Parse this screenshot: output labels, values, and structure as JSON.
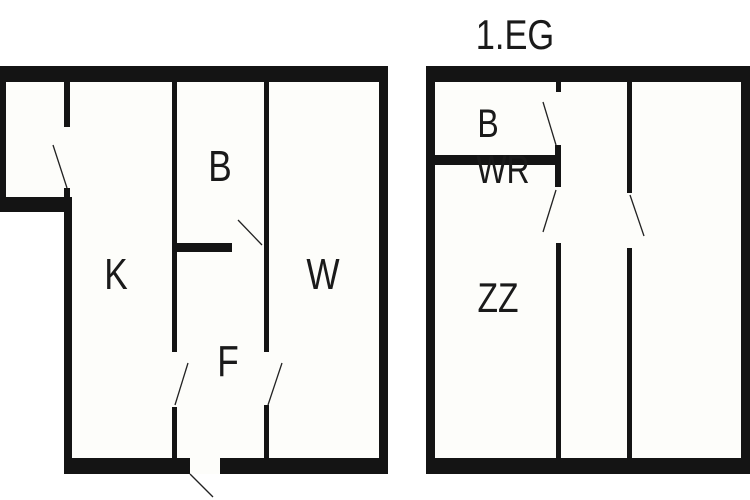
{
  "floor_title": "1.EG",
  "colors": {
    "wall": "#141414",
    "floor": "#fdfdfa",
    "door_gap": "#ffffff"
  },
  "left_plan": {
    "rooms": [
      {
        "id": "kitchen",
        "label": "K"
      },
      {
        "id": "bath",
        "label": "B"
      },
      {
        "id": "hall",
        "label": "F"
      },
      {
        "id": "living",
        "label": "W"
      }
    ]
  },
  "right_plan": {
    "rooms": [
      {
        "id": "bath",
        "label": "B"
      },
      {
        "id": "laundry",
        "label": "WR"
      },
      {
        "id": "room",
        "label": "ZZ"
      }
    ]
  }
}
